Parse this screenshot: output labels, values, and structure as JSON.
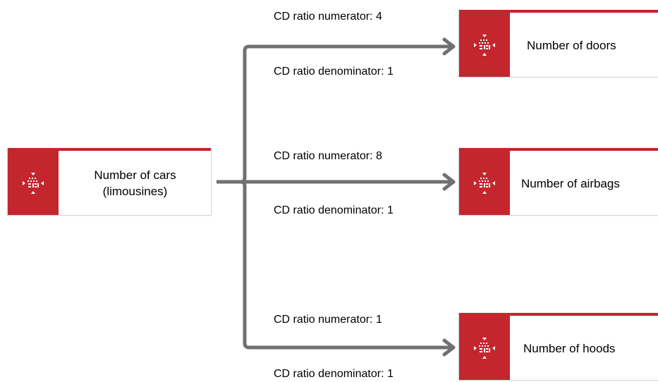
{
  "colors": {
    "node_accent": "#c4262e",
    "connector": "#707070",
    "background": "#ffffff"
  },
  "source_node": {
    "label": "Number of cars\n(limousines)",
    "icon": "key-figure-icon"
  },
  "target_nodes": [
    {
      "label": "Number of doors",
      "icon": "key-figure-icon",
      "numerator_label": "CD ratio numerator: 4",
      "denominator_label": "CD ratio denominator: 1"
    },
    {
      "label": "Number of airbags",
      "icon": "key-figure-icon",
      "numerator_label": "CD ratio numerator: 8",
      "denominator_label": "CD ratio denominator: 1"
    },
    {
      "label": "Number of hoods",
      "icon": "key-figure-icon",
      "numerator_label": "CD ratio numerator: 1",
      "denominator_label": "CD ratio denominator: 1"
    }
  ]
}
